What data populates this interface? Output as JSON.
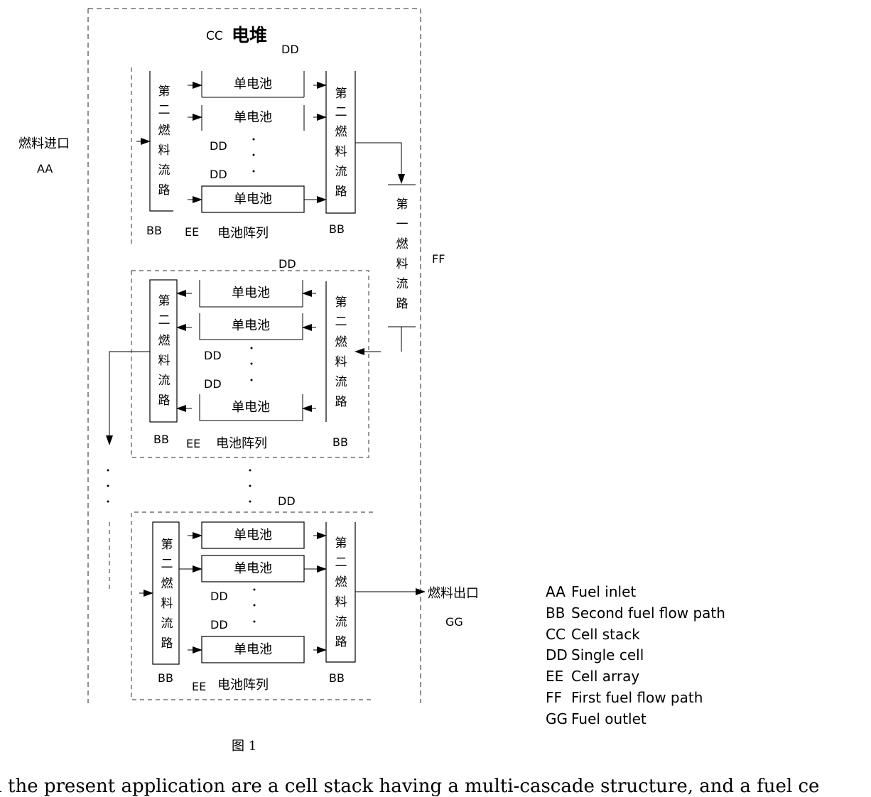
{
  "stack": {
    "prefix": "CC",
    "label": "电堆",
    "dd_tag": "DD"
  },
  "labels": {
    "second_path_chars": [
      "第",
      "二",
      "燃",
      "料",
      "流",
      "路"
    ],
    "first_path_chars": [
      "第",
      "一",
      "燃",
      "料",
      "流",
      "路"
    ],
    "single_cell": "单电池",
    "cell_array": "电池阵列",
    "aa": "AA",
    "bb": "BB",
    "dd": "DD",
    "ee": "EE",
    "ff": "FF",
    "gg": "GG",
    "fuel_inlet": "燃料进口",
    "fuel_outlet": "燃料出口"
  },
  "legend": [
    {
      "code": "AA",
      "text": "Fuel inlet"
    },
    {
      "code": "BB",
      "text": "Second fuel flow path"
    },
    {
      "code": "CC",
      "text": "Cell stack"
    },
    {
      "code": "DD",
      "text": "Single cell"
    },
    {
      "code": "EE",
      "text": "Cell array"
    },
    {
      "code": "FF",
      "text": "First fuel flow path"
    },
    {
      "code": "GG",
      "text": "Fuel outlet"
    }
  ],
  "figure_caption": "图 1",
  "body_text": "n the present application are a cell stack having a multi-cascade structure, and a fuel ce"
}
